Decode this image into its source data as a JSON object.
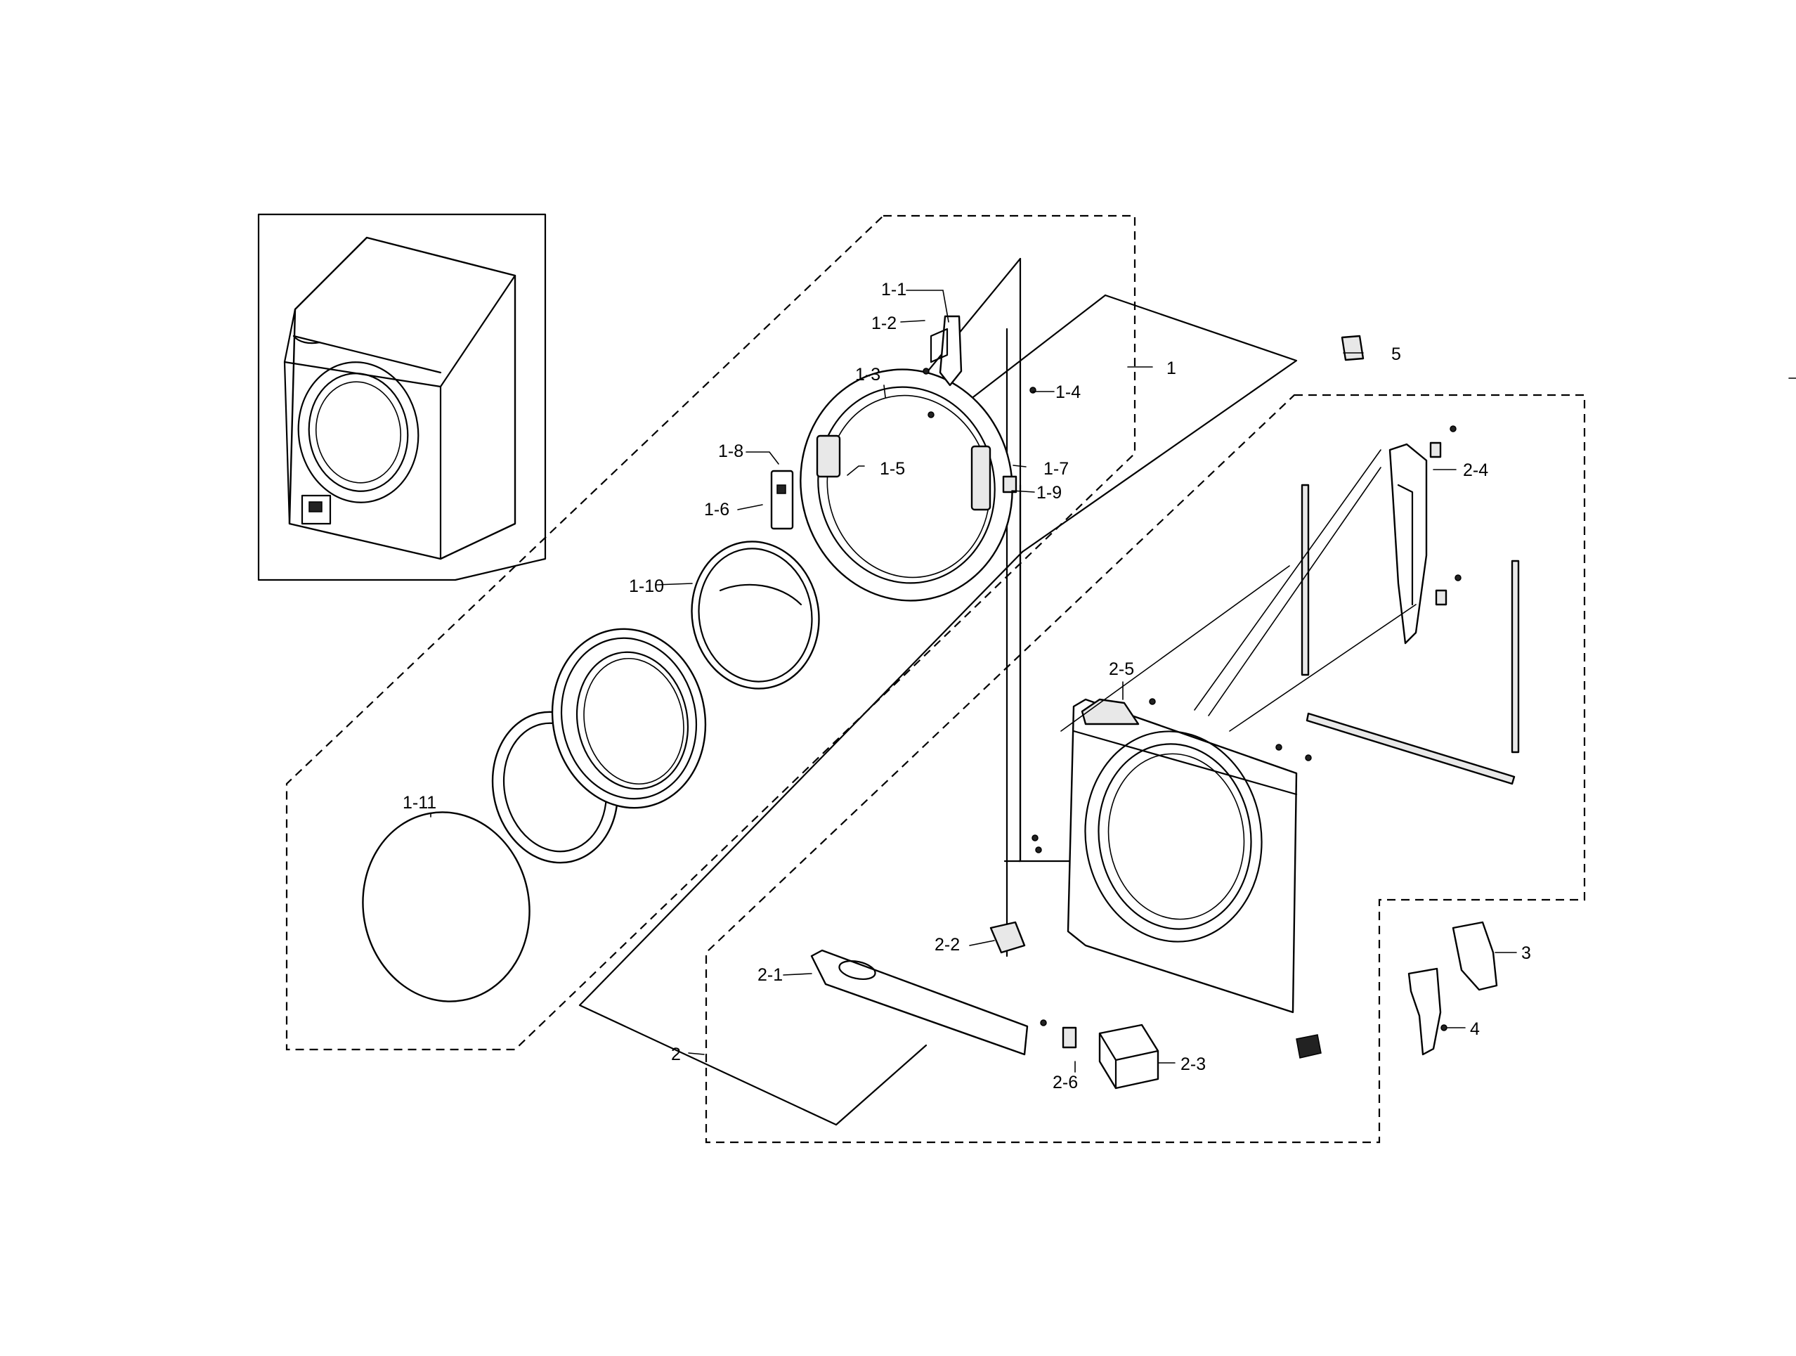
{
  "callouts": {
    "c1_1": "1-1",
    "c1_2": "1-2",
    "c1_3": "1-3",
    "c1_4": "1-4",
    "c1_5": "1-5",
    "c1_6": "1-6",
    "c1_7": "1-7",
    "c1_8": "1-8",
    "c1_9": "1-9",
    "c1_10": "1-10",
    "c1_11": "1-11",
    "c1": "1",
    "c2": "2",
    "c2_1": "2-1",
    "c2_2": "2-2",
    "c2_3": "2-3",
    "c2_4": "2-4",
    "c2_5": "2-5",
    "c2_6": "2-6",
    "c3": "3",
    "c4": "4",
    "c5": "5"
  }
}
